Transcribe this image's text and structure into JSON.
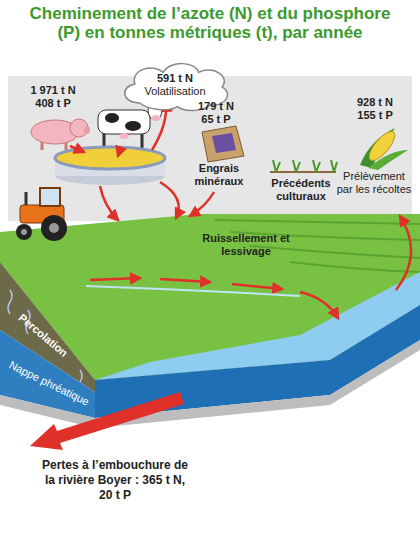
{
  "diagram": {
    "title": "Cheminement de l’azote (N) et du phosphore (P) en tonnes métriques (t), par année",
    "nodes": [
      {
        "text": [
          "591 t N",
          "Volatilisation"
        ]
      }
    ],
    "labels": [
      "1 971 t N",
      "408 t P",
      "179 t N",
      "65 t P",
      "Engrais minéraux",
      "Précédents culturaux",
      "928 t N",
      "155 t P",
      "Prélèvement par les récoltes",
      "Ruissellement et lessivage",
      "Percolation",
      "Nappe phréatique",
      "Pertes à l’embouchure de la rivière Boyer : 365 t N, 20 t P"
    ]
  }
}
